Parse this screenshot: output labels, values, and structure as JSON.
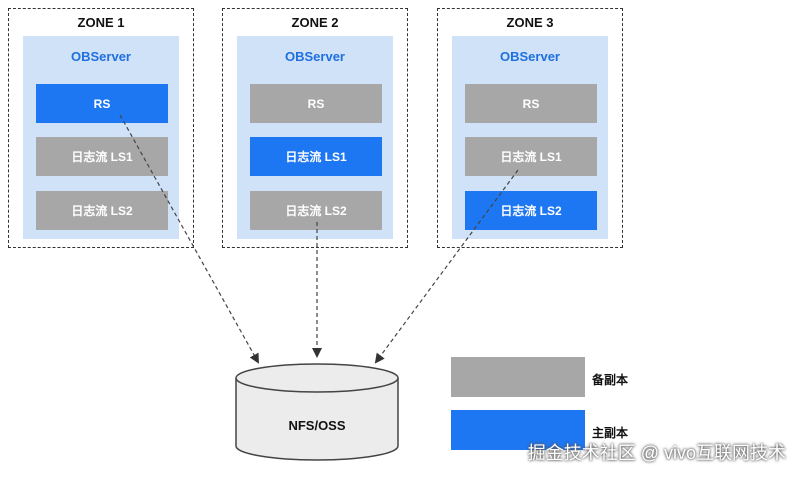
{
  "zones": [
    {
      "title": "ZONE 1",
      "server": "OBServer",
      "replicas": [
        {
          "label": "RS",
          "role": "primary"
        },
        {
          "label": "日志流 LS1",
          "role": "backup"
        },
        {
          "label": "日志流 LS2",
          "role": "backup"
        }
      ]
    },
    {
      "title": "ZONE 2",
      "server": "OBServer",
      "replicas": [
        {
          "label": "RS",
          "role": "backup"
        },
        {
          "label": "日志流 LS1",
          "role": "primary"
        },
        {
          "label": "日志流 LS2",
          "role": "backup"
        }
      ]
    },
    {
      "title": "ZONE 3",
      "server": "OBServer",
      "replicas": [
        {
          "label": "RS",
          "role": "backup"
        },
        {
          "label": "日志流 LS1",
          "role": "backup"
        },
        {
          "label": "日志流 LS2",
          "role": "primary"
        }
      ]
    }
  ],
  "storage": {
    "label": "NFS/OSS"
  },
  "legend": {
    "backup": {
      "label": "备副本",
      "color": "#a7a7a7"
    },
    "primary": {
      "label": "主副本",
      "color": "#1e77f2"
    }
  },
  "colors": {
    "primary": "#1e77f2",
    "backup": "#a7a7a7",
    "server_bg": "#cfe2f7",
    "server_title": "#1f6fe0"
  },
  "watermark": "掘金技术社区 @ vivo互联网技术"
}
